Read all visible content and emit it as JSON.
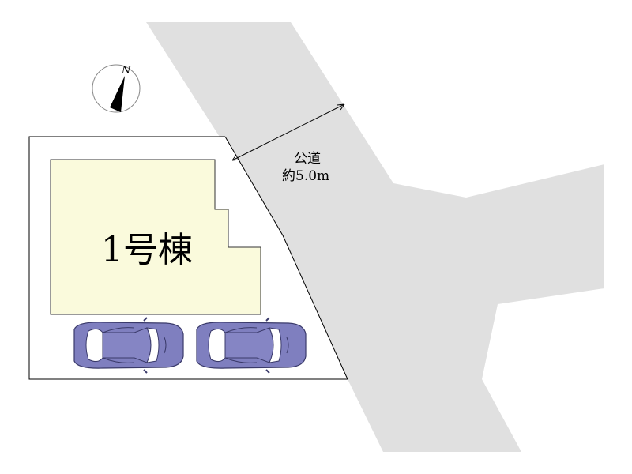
{
  "building": {
    "label": "1号棟",
    "fill": "#fafadc"
  },
  "road": {
    "type_label": "公道",
    "width_label": "約5.0m",
    "fill": "#e0e0e0"
  },
  "compass": {
    "north_label": "N"
  },
  "parking": {
    "cars": [
      {
        "color": "#7f7fbf"
      },
      {
        "color": "#7f7fbf"
      }
    ]
  }
}
